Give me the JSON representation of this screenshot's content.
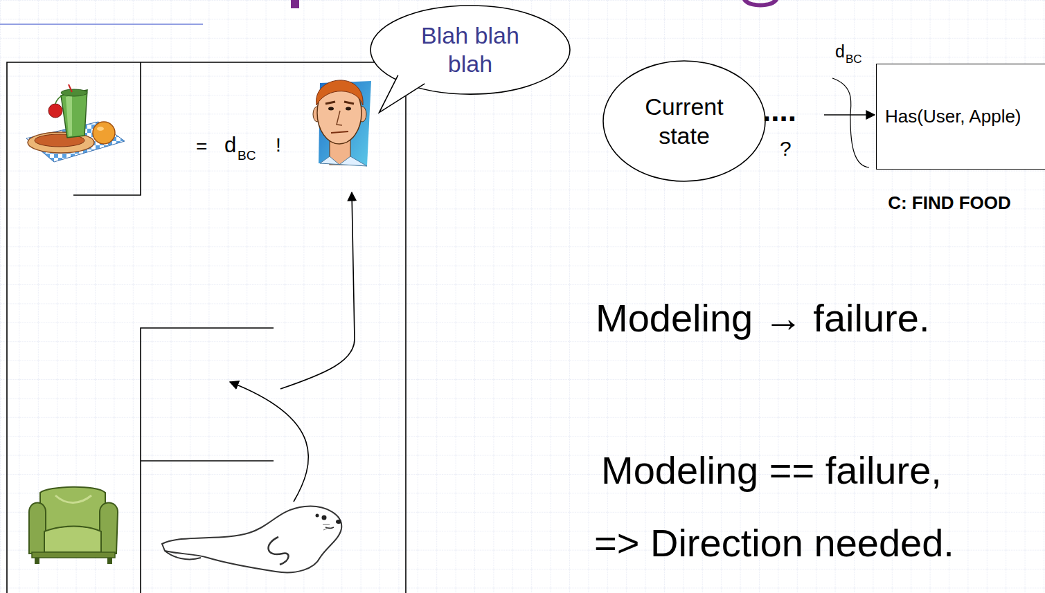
{
  "diagram": {
    "nodes": [
      {
        "text": [
          "Blah blah blah"
        ]
      },
      {
        "text": [
          "Current state"
        ]
      },
      {
        "text": [
          "Has(User, Apple)",
          "C: FIND FOOD"
        ]
      }
    ],
    "labels": [
      "=",
      "d",
      "BC",
      "!",
      "d",
      "BC",
      "....",
      "?",
      "Modeling → failure.",
      "Modeling == failure,",
      "=> Direction needed."
    ]
  }
}
